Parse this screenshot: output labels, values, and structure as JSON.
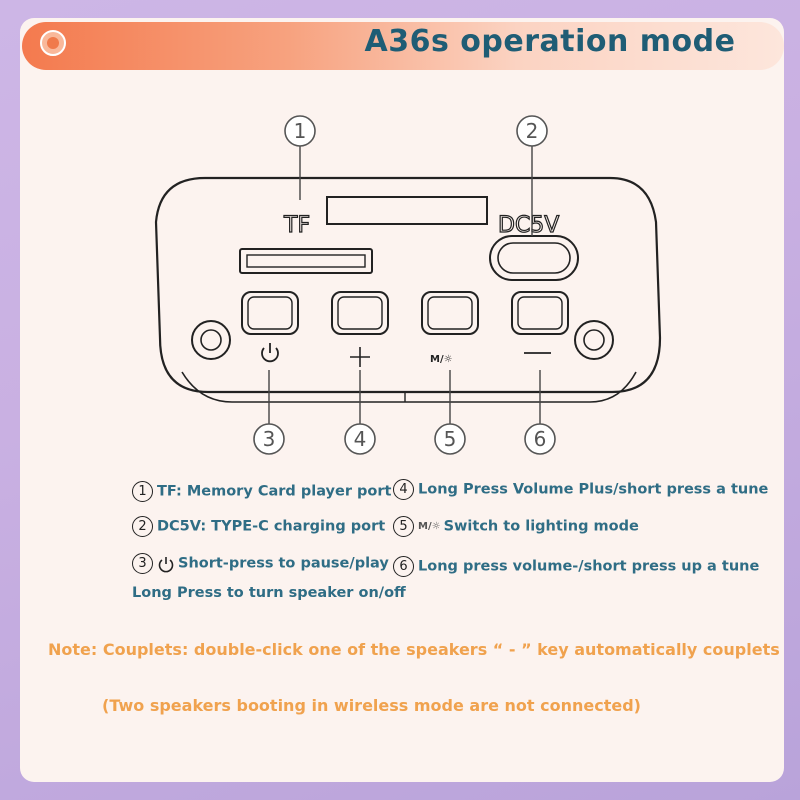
{
  "title": "A36s operation mode",
  "panel": {
    "tf_label": "TF",
    "dc_label": "DC5V",
    "callouts": [
      "1",
      "2",
      "3",
      "4",
      "5",
      "6"
    ]
  },
  "legend": {
    "item1": {
      "num": "1",
      "text": "TF:   Memory Card player port"
    },
    "item2": {
      "num": "2",
      "text": "DC5V: TYPE-C charging port"
    },
    "item3": {
      "num": "3",
      "text": "Short-press to pause/play"
    },
    "item3b": "Long Press to turn speaker on/off",
    "item4": {
      "num": "4",
      "text": "Long Press Volume Plus/short press a tune"
    },
    "item5": {
      "num": "5",
      "text": "Switch to lighting mode"
    },
    "item6": {
      "num": "6",
      "text": "Long press volume-/short press up a tune"
    }
  },
  "note": "Note: Couplets: double-click one of the speakers “ - ”  key automatically couplets",
  "note2": "(Two speakers booting in wireless mode are not connected)",
  "colors": {
    "accent": "#f47a4e",
    "title": "#1f5d75",
    "legend": "#2f6d85",
    "note": "#f0a24e"
  }
}
